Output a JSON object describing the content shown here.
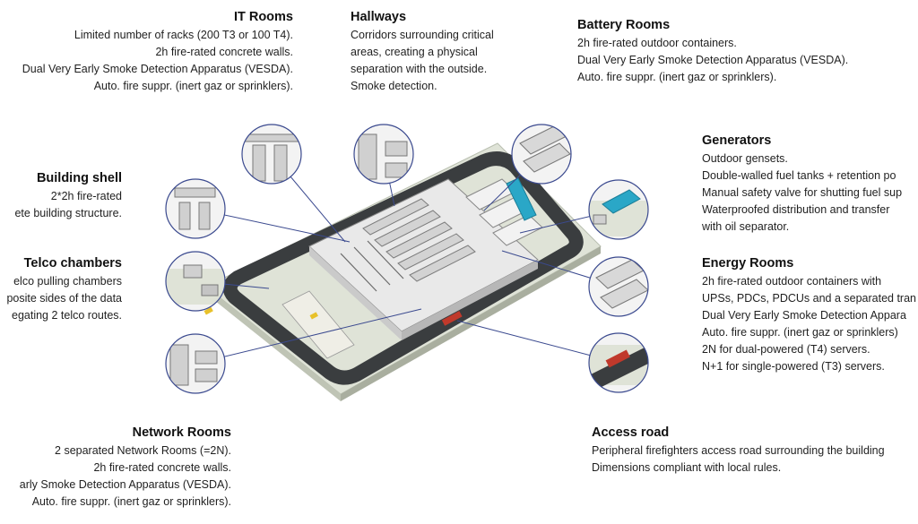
{
  "labels": {
    "it_rooms": {
      "title": "IT Rooms",
      "lines": [
        "Limited number of racks (200 T3 or 100 T4).",
        "2h fire-rated concrete walls.",
        "Dual Very Early Smoke Detection Apparatus (VESDA).",
        "Auto. fire suppr. (inert gaz or sprinklers)."
      ]
    },
    "hallways": {
      "title": "Hallways",
      "lines": [
        "Corridors surrounding critical",
        "areas, creating a physical",
        "separation with the outside.",
        "Smoke detection."
      ]
    },
    "battery_rooms": {
      "title": "Battery Rooms",
      "lines": [
        "2h fire-rated outdoor containers.",
        "Dual Very Early Smoke Detection Apparatus (VESDA).",
        "Auto. fire suppr. (inert gaz or sprinklers)."
      ]
    },
    "generators": {
      "title": "Generators",
      "lines": [
        "Outdoor gensets.",
        "Double-walled fuel tanks + retention po",
        "Manual safety valve for shutting fuel sup",
        "Waterproofed distribution and transfer",
        "with oil separator."
      ]
    },
    "building_shell": {
      "title": "Building shell",
      "lines": [
        "2*2h fire-rated",
        "ete building structure."
      ]
    },
    "telco_chambers": {
      "title": "Telco chambers",
      "lines": [
        "elco pulling chambers",
        "posite sides of the data",
        "egating 2 telco routes."
      ]
    },
    "energy_rooms": {
      "title": "Energy Rooms",
      "lines": [
        "2h fire-rated outdoor containers with",
        "UPSs, PDCs, PDCUs and a separated tran",
        "Dual Very Early Smoke Detection Appara",
        "Auto. fire suppr. (inert gaz or sprinklers)",
        "2N for dual-powered (T4) servers.",
        "N+1 for single-powered (T3) servers."
      ]
    },
    "network_rooms": {
      "title": "Network Rooms",
      "lines": [
        "2 separated Network Rooms (=2N).",
        "2h fire-rated concrete walls.",
        "arly Smoke Detection Apparatus (VESDA).",
        "Auto. fire suppr. (inert gaz or sprinklers)."
      ]
    },
    "access_road": {
      "title": "Access road",
      "lines": [
        "Peripheral firefighters access road surrounding the building",
        "Dimensions compliant with local rules."
      ]
    }
  },
  "colors": {
    "leader_line": "#3b4a8f",
    "grass": "#dfe3d7",
    "road": "#3a3d3f",
    "roof": "#efefef",
    "wall": "#c9c9c9",
    "fire_truck": "#c0392b",
    "accent_cyan": "#2aa7c7",
    "car_yellow": "#e8c12a"
  }
}
